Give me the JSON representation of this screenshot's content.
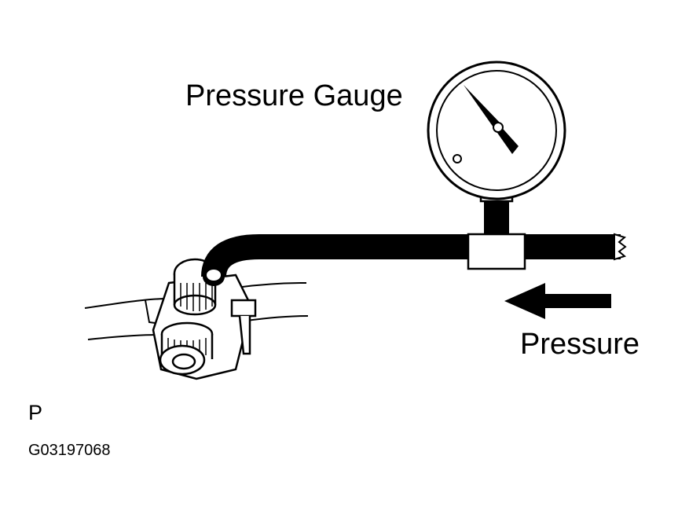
{
  "labels": {
    "gauge": "Pressure Gauge",
    "pressure": "Pressure",
    "view": "P",
    "code": "G03197068"
  },
  "colors": {
    "ink": "#000000",
    "paper": "#ffffff"
  },
  "icons": {
    "gauge": "pressure-gauge-icon",
    "arrow": "left-arrow-icon",
    "fitting": "t-fitting-icon",
    "component": "fuel-filter-icon"
  }
}
